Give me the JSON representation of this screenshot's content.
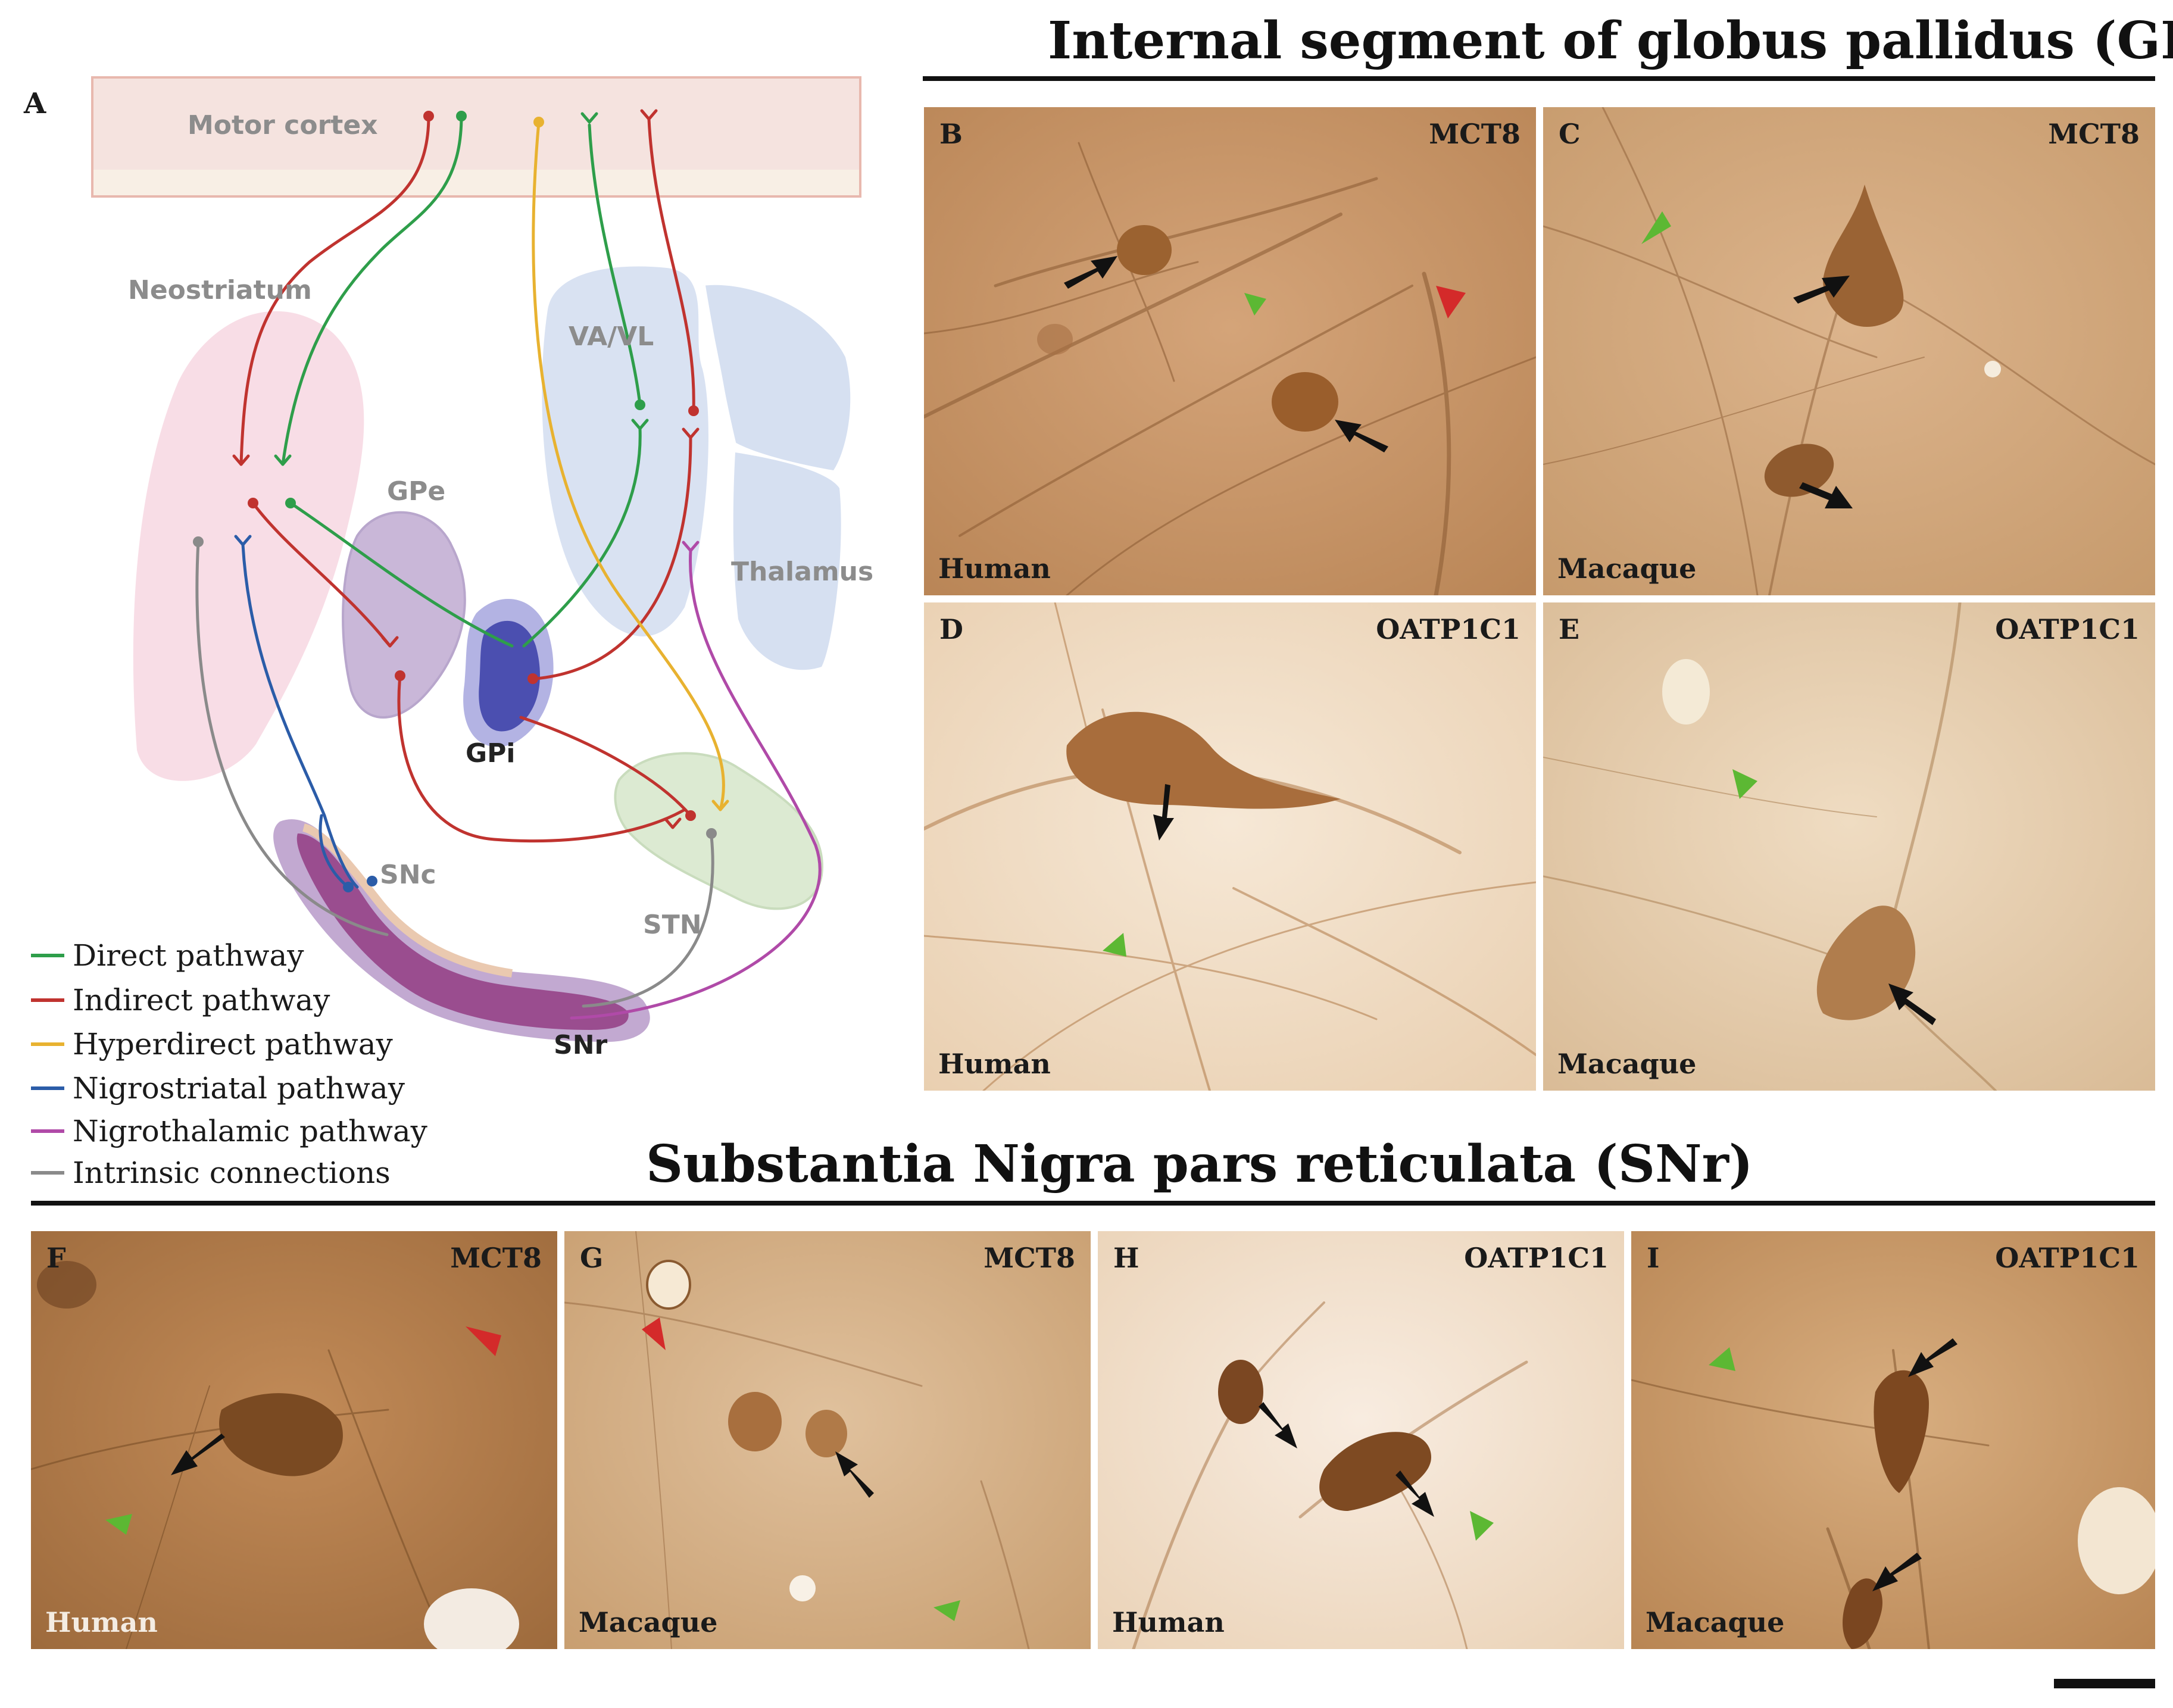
{
  "figure": {
    "panel_a_letter": "A",
    "gpi_heading": "Internal segment of globus pallidus (GPi)",
    "snr_heading": "Substantia Nigra pars reticulata (SNr)"
  },
  "diagram": {
    "labels": {
      "motor_cortex": "Motor cortex",
      "neostriatum": "Neostriatum",
      "va_vl": "VA/VL",
      "gpe": "GPe",
      "thalamus": "Thalamus",
      "gpi": "GPi",
      "snc": "SNc",
      "stn": "STN",
      "snr": "SNr"
    },
    "legend": [
      {
        "label": "Direct pathway",
        "color": "#2e9e4a"
      },
      {
        "label": "Indirect pathway",
        "color": "#c0332f"
      },
      {
        "label": "Hyperdirect pathway",
        "color": "#e8b230"
      },
      {
        "label": "Nigrostriatal pathway",
        "color": "#2b5ca8"
      },
      {
        "label": "Nigrothalamic pathway",
        "color": "#b04aa8"
      },
      {
        "label": "Intrinsic connections",
        "color": "#8a8a8a"
      }
    ]
  },
  "panels": {
    "B": {
      "letter": "B",
      "marker": "MCT8",
      "species": "Human"
    },
    "C": {
      "letter": "C",
      "marker": "MCT8",
      "species": "Macaque"
    },
    "D": {
      "letter": "D",
      "marker": "OATP1C1",
      "species": "Human"
    },
    "E": {
      "letter": "E",
      "marker": "OATP1C1",
      "species": "Macaque"
    },
    "F": {
      "letter": "F",
      "marker": "MCT8",
      "species": "Human"
    },
    "G": {
      "letter": "G",
      "marker": "MCT8",
      "species": "Macaque"
    },
    "H": {
      "letter": "H",
      "marker": "OATP1C1",
      "species": "Human"
    },
    "I": {
      "letter": "I",
      "marker": "OATP1C1",
      "species": "Macaque"
    }
  },
  "colors": {
    "black_arrow": "#111111",
    "green_arrowhead": "#5cb833",
    "red_arrowhead": "#d42a2a"
  }
}
